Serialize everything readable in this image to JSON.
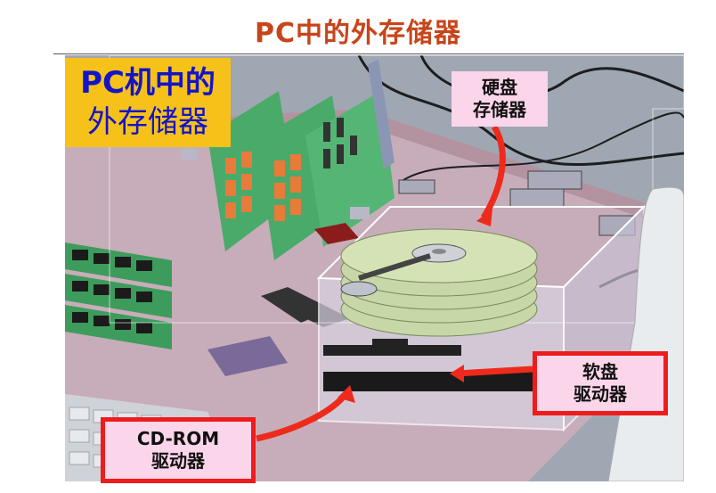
{
  "slide": {
    "title": "PC中的外存储器"
  },
  "overlay": {
    "line1": "PC机中的",
    "line2": "外存储器"
  },
  "callouts": {
    "hard_disk": [
      "硬盘",
      "存储器"
    ],
    "floppy": [
      "软盘",
      "驱动器"
    ],
    "cdrom": [
      "CD-ROM",
      "驱动器"
    ]
  },
  "colors": {
    "title": "#c8441a",
    "overlay_bg": "#f6c21a",
    "overlay_text": "#1414c8",
    "callout_bg": "#fbd6ea",
    "callout_border": "#ee1c1c",
    "arrow": "#ee2a1c"
  }
}
